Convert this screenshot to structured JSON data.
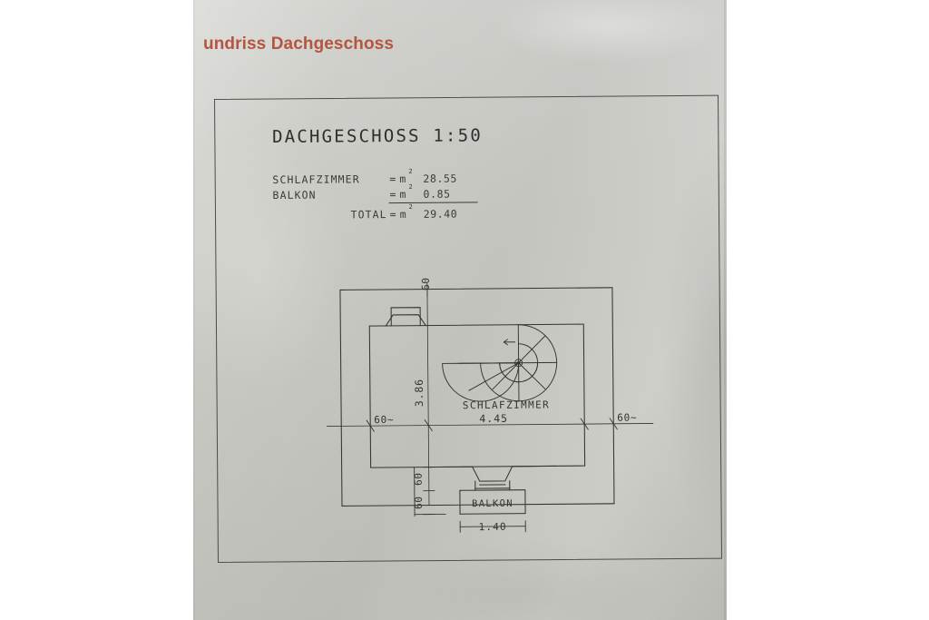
{
  "overlay": {
    "header_text": "undriss Dachgeschoss",
    "header_color": "#b4553f"
  },
  "plan": {
    "title": "DACHGESCHOSS  1:50",
    "areas": {
      "rows": [
        {
          "label": "SCHLAFZIMMER",
          "eq": "=",
          "unit": "m",
          "exp": "2",
          "value": "28.55"
        },
        {
          "label": "BALKON",
          "eq": "=",
          "unit": "m",
          "exp": "2",
          "value": "0.85"
        }
      ],
      "total": {
        "label": "TOTAL",
        "eq": "=",
        "unit": "m",
        "exp": "2",
        "value": "29.40"
      }
    },
    "room_label": "SCHLAFZIMMER",
    "balcony_label": "BALKON",
    "dimensions": {
      "room_width": "4.45",
      "room_depth": "3.86",
      "left_offset": "60~",
      "right_offset": "60~",
      "top_offset": "60",
      "bottom_offset_1": "60",
      "bottom_offset_2": "60",
      "balcony_width": "1.40"
    }
  },
  "colors": {
    "paper": "#cbcbc6",
    "ink": "#35352f",
    "header_accent": "#b4553f"
  }
}
